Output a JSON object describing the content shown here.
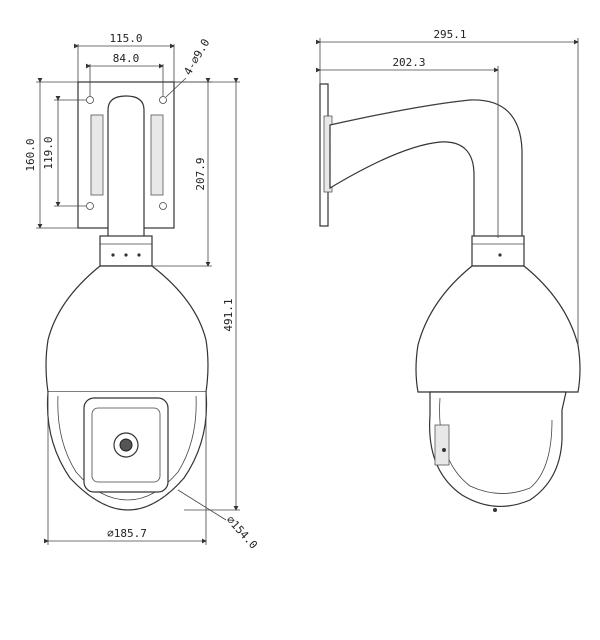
{
  "front_view": {
    "bracket_width_label": "115.0",
    "hole_spacing_label": "84.0",
    "hole_spec_label": "4-⌀9.0",
    "plate_height_label": "160.0",
    "inner_height_label": "119.0",
    "bracket_depth_label": "207.9",
    "total_height_label": "491.1",
    "dome_diameter_label": "⌀185.7",
    "lens_diameter_label": "⌀154.0"
  },
  "side_view": {
    "total_length_label": "295.1",
    "arm_reach_label": "202.3"
  }
}
